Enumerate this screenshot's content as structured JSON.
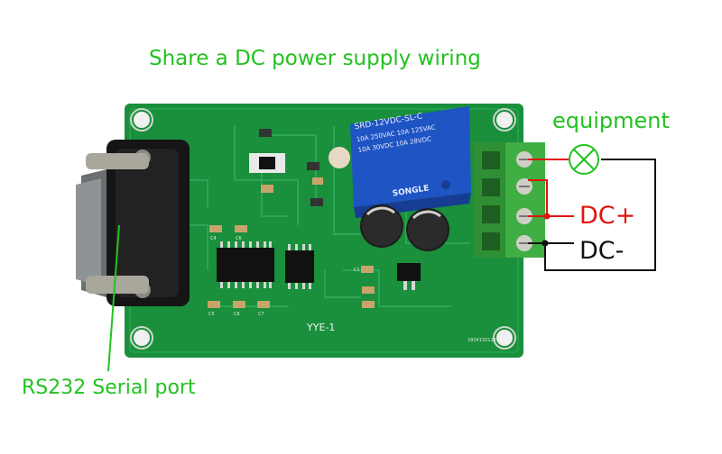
{
  "labels": {
    "title": "Share a DC power supply wiring",
    "equipment": "equipment",
    "dc_plus": "DC+",
    "dc_minus": "DC-",
    "serial_port": "RS232 Serial port"
  },
  "board": {
    "silkscreen": "YYE-1",
    "serial_code": "1804130124",
    "relay_text": [
      "SRD-12VDC-SL-C",
      "10A 250VAC 10A 125VAC",
      "10A 30VDC 10A 28VDC",
      "SONGLE"
    ],
    "component_marks": [
      "C4",
      "C6",
      "C5",
      "C6",
      "C7",
      "C1"
    ]
  },
  "colors": {
    "label_green": "#22c21f",
    "wire_red": "#e0140f",
    "pcb_green": "#1a8f3c",
    "relay_blue": "#1f54c4",
    "terminal_green": "#3fae43"
  }
}
